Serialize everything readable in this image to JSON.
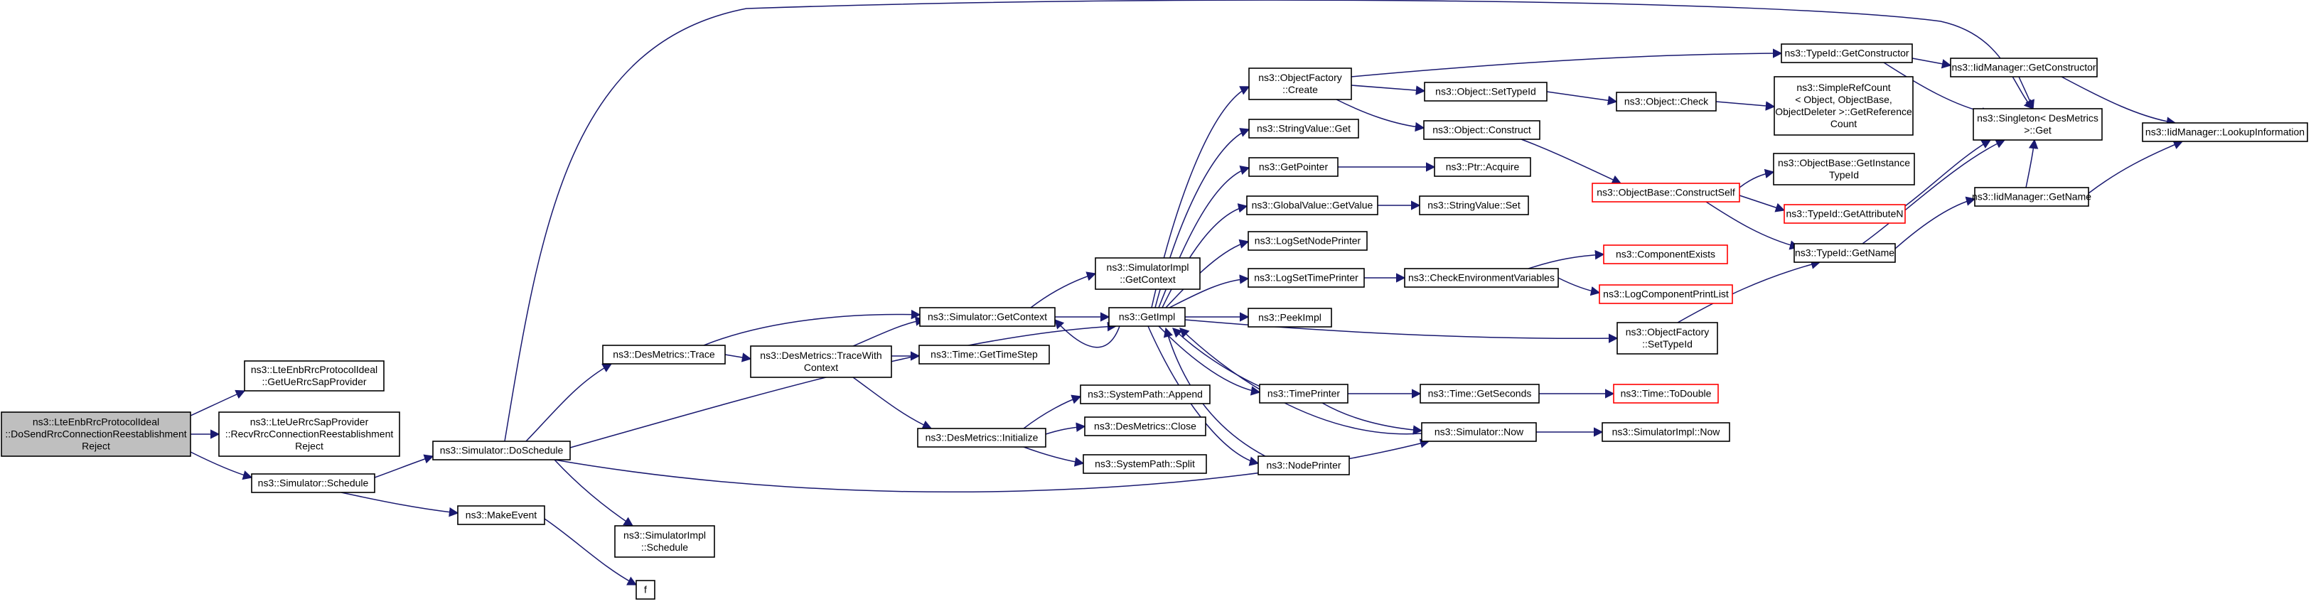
{
  "colors": {
    "edge": "#191970",
    "node_border": "#000000",
    "incomplete_border": "#ff0000",
    "root_fill": "#bfbfbf"
  },
  "nodes": [
    {
      "id": "root",
      "lines": [
        "ns3::LteEnbRrcProtocolIdeal",
        "::DoSendRrcConnectionReestablishment",
        "Reject"
      ],
      "style": "root"
    },
    {
      "id": "getUe",
      "lines": [
        "ns3::LteEnbRrcProtocolIdeal",
        "::GetUeRrcSapProvider"
      ]
    },
    {
      "id": "recv",
      "lines": [
        "ns3::LteUeRrcSapProvider",
        "::RecvRrcConnectionReestablishment",
        "Reject"
      ]
    },
    {
      "id": "schedule",
      "lines": [
        "ns3::Simulator::Schedule"
      ]
    },
    {
      "id": "doSchedule",
      "lines": [
        "ns3::Simulator::DoSchedule"
      ]
    },
    {
      "id": "makeEvent",
      "lines": [
        "ns3::MakeEvent"
      ]
    },
    {
      "id": "f",
      "lines": [
        "f"
      ]
    },
    {
      "id": "desTrace",
      "lines": [
        "ns3::DesMetrics::Trace"
      ]
    },
    {
      "id": "implSchedule",
      "lines": [
        "ns3::SimulatorImpl",
        "::Schedule"
      ]
    },
    {
      "id": "traceWith",
      "lines": [
        "ns3::DesMetrics::TraceWith",
        "Context"
      ]
    },
    {
      "id": "simGetContext",
      "lines": [
        "ns3::Simulator::GetContext"
      ]
    },
    {
      "id": "implGetContext",
      "lines": [
        "ns3::SimulatorImpl",
        "::GetContext"
      ]
    },
    {
      "id": "timeGetTimeStep",
      "lines": [
        "ns3::Time::GetTimeStep"
      ]
    },
    {
      "id": "desInit",
      "lines": [
        "ns3::DesMetrics::Initialize"
      ]
    },
    {
      "id": "sysAppend",
      "lines": [
        "ns3::SystemPath::Append"
      ]
    },
    {
      "id": "desClose",
      "lines": [
        "ns3::DesMetrics::Close"
      ]
    },
    {
      "id": "sysSplit",
      "lines": [
        "ns3::SystemPath::Split"
      ]
    },
    {
      "id": "getImpl",
      "lines": [
        "ns3::GetImpl"
      ]
    },
    {
      "id": "objFactoryCreate",
      "lines": [
        "ns3::ObjectFactory",
        "::Create"
      ]
    },
    {
      "id": "strValueGet",
      "lines": [
        "ns3::StringValue::Get"
      ]
    },
    {
      "id": "getPointer",
      "lines": [
        "ns3::GetPointer"
      ]
    },
    {
      "id": "globalValueGet",
      "lines": [
        "ns3::GlobalValue::GetValue"
      ]
    },
    {
      "id": "logSetNode",
      "lines": [
        "ns3::LogSetNodePrinter"
      ]
    },
    {
      "id": "logSetTime",
      "lines": [
        "ns3::LogSetTimePrinter"
      ]
    },
    {
      "id": "peekImpl",
      "lines": [
        "ns3::PeekImpl"
      ]
    },
    {
      "id": "timePrinter",
      "lines": [
        "ns3::TimePrinter"
      ]
    },
    {
      "id": "nodePrinter",
      "lines": [
        "ns3::NodePrinter"
      ]
    },
    {
      "id": "objSetTypeId",
      "lines": [
        "ns3::Object::SetTypeId"
      ]
    },
    {
      "id": "objConstruct",
      "lines": [
        "ns3::Object::Construct"
      ]
    },
    {
      "id": "ptrAcquire",
      "lines": [
        "ns3::Ptr::Acquire"
      ]
    },
    {
      "id": "strValueSet",
      "lines": [
        "ns3::StringValue::Set"
      ]
    },
    {
      "id": "checkEnv",
      "lines": [
        "ns3::CheckEnvironmentVariables"
      ]
    },
    {
      "id": "timeGetSeconds",
      "lines": [
        "ns3::Time::GetSeconds"
      ]
    },
    {
      "id": "simNow",
      "lines": [
        "ns3::Simulator::Now"
      ]
    },
    {
      "id": "ofSetTypeId",
      "lines": [
        "ns3::ObjectFactory",
        "::SetTypeId"
      ]
    },
    {
      "id": "typeIdGetCtor",
      "lines": [
        "ns3::TypeId::GetConstructor"
      ]
    },
    {
      "id": "objCheck",
      "lines": [
        "ns3::Object::Check"
      ]
    },
    {
      "id": "objBaseConstructSelf",
      "lines": [
        "ns3::ObjectBase::ConstructSelf"
      ],
      "style": "red"
    },
    {
      "id": "componentExists",
      "lines": [
        "ns3::ComponentExists"
      ],
      "style": "red"
    },
    {
      "id": "logComponentPrint",
      "lines": [
        "ns3::LogComponentPrintList"
      ],
      "style": "red"
    },
    {
      "id": "timeToDouble",
      "lines": [
        "ns3::Time::ToDouble"
      ],
      "style": "red"
    },
    {
      "id": "implNow",
      "lines": [
        "ns3::SimulatorImpl::Now"
      ]
    },
    {
      "id": "simpleRefCount",
      "lines": [
        "ns3::SimpleRefCount",
        "< Object, ObjectBase,",
        "ObjectDeleter >::GetReference",
        "Count"
      ]
    },
    {
      "id": "objBaseGetInstance",
      "lines": [
        "ns3::ObjectBase::GetInstance",
        "TypeId"
      ]
    },
    {
      "id": "typeIdGetAttrN",
      "lines": [
        "ns3::TypeId::GetAttributeN"
      ],
      "style": "red"
    },
    {
      "id": "typeIdGetName",
      "lines": [
        "ns3::TypeId::GetName"
      ]
    },
    {
      "id": "iidGetCtor",
      "lines": [
        "ns3::IidManager::GetConstructor"
      ]
    },
    {
      "id": "singletonGet",
      "lines": [
        "ns3::Singleton< DesMetrics",
        " >::Get"
      ]
    },
    {
      "id": "iidGetName",
      "lines": [
        "ns3::IidManager::GetName"
      ]
    },
    {
      "id": "iidLookup",
      "lines": [
        "ns3::IidManager::LookupInformation"
      ]
    }
  ]
}
